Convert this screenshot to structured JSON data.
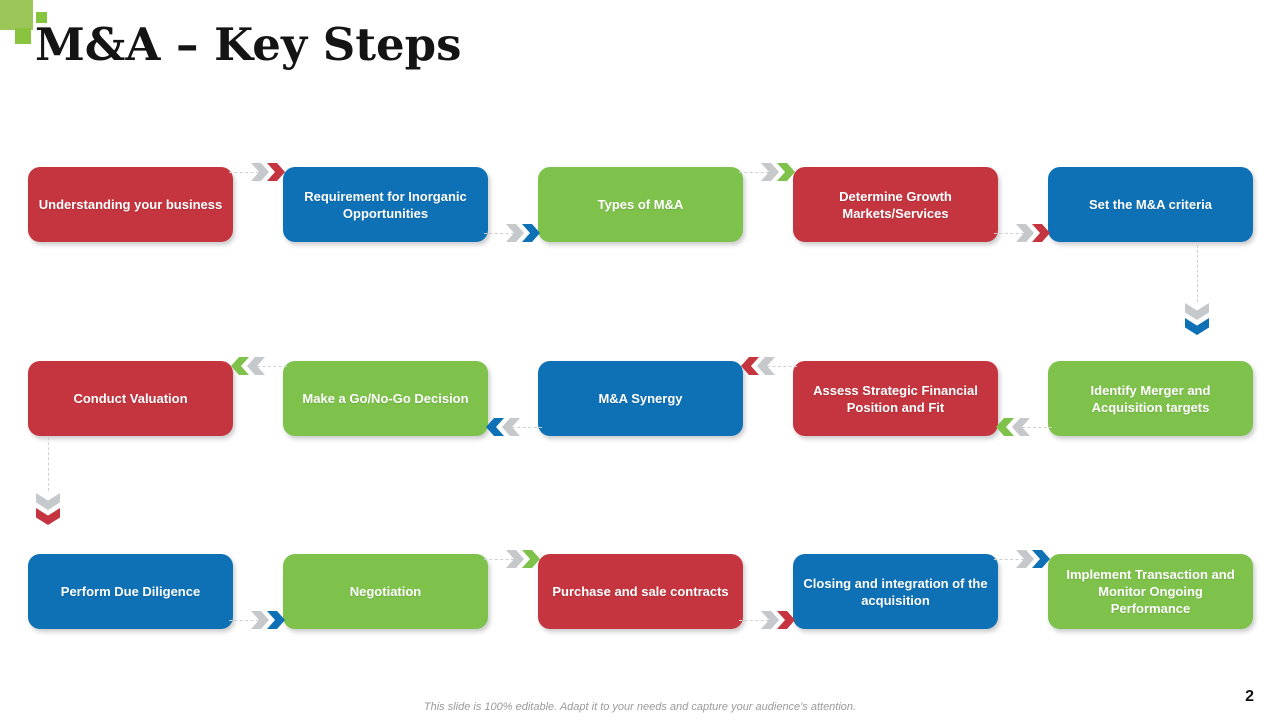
{
  "slide": {
    "title": "M&A – Key Steps",
    "footer": "This slide is 100% editable. Adapt it to your needs and capture your audience's attention.",
    "page_number": "2"
  },
  "palette": {
    "red": "#C4353F",
    "blue": "#0E71B6",
    "green": "#7EC24C",
    "chevron_gray": "#C6C9CB",
    "dash_gray": "#CFCFCF",
    "logo_green_large": "#9AC758",
    "logo_green_small": "#86C53F",
    "logo_green_mid": "#8AC33E"
  },
  "flow": {
    "rows": [
      {
        "direction": "right",
        "connector_start": "top",
        "boxes": [
          {
            "label": "Understanding your business",
            "color": "red"
          },
          {
            "label": "Requirement for Inorganic Opportunities",
            "color": "blue"
          },
          {
            "label": "Types of M&A",
            "color": "green"
          },
          {
            "label": "Determine Growth Markets/Services",
            "color": "red"
          },
          {
            "label": "Set the M&A criteria",
            "color": "blue"
          }
        ]
      },
      {
        "direction": "left",
        "connector_start": "top",
        "boxes": [
          {
            "label": "Conduct Valuation",
            "color": "red"
          },
          {
            "label": "Make a Go/No-Go Decision",
            "color": "green"
          },
          {
            "label": "M&A Synergy",
            "color": "blue"
          },
          {
            "label": "Assess Strategic Financial Position and Fit",
            "color": "red"
          },
          {
            "label": "Identify Merger and Acquisition targets",
            "color": "green"
          }
        ]
      },
      {
        "direction": "right",
        "connector_start": "bottom",
        "boxes": [
          {
            "label": "Perform Due Diligence",
            "color": "blue"
          },
          {
            "label": "Negotiation",
            "color": "green"
          },
          {
            "label": "Purchase and sale contracts",
            "color": "red"
          },
          {
            "label": "Closing and integration of the acquisition",
            "color": "blue"
          },
          {
            "label": "Implement Transaction and Monitor Ongoing Performance",
            "color": "green"
          }
        ]
      }
    ],
    "down_arrows": [
      {
        "color": "blue"
      },
      {
        "color": "red"
      }
    ]
  }
}
